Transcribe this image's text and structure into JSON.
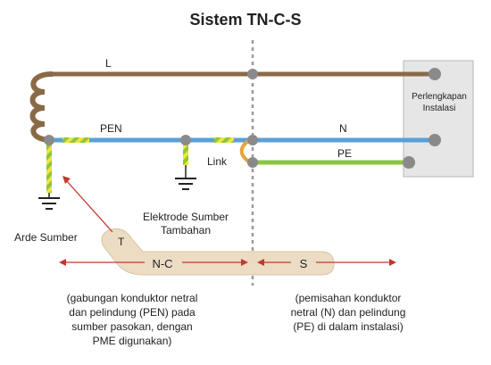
{
  "title": "Sistem TN-C-S",
  "labels": {
    "line": "L",
    "pen": "PEN",
    "neutral": "N",
    "protective_earth": "PE",
    "link": "Link",
    "installation_line1": "Perlengkapan",
    "installation_line2": "Instalasi",
    "source_earth": "Arde Sumber",
    "extra_earth_line1": "Elektrode Sumber",
    "extra_earth_line2": "Tambahan",
    "callout_t": "T",
    "region_nc": "N-C",
    "region_s": "S"
  },
  "notes": {
    "left": [
      "(gabungan konduktor netral",
      "dan pelindung (PEN) pada",
      "sumber pasokan, dengan",
      "PME digunakan)"
    ],
    "right": [
      "(pemisahan konduktor",
      "netral (N) dan pelindung",
      "(PE) di dalam instalasi)"
    ]
  },
  "colors": {
    "line_conductor": "#8a6a45",
    "neutral_conductor": "#5aa0d8",
    "earth_green": "#8cc63f",
    "earth_yellow": "#f3e53a",
    "link_orange": "#e8a33a",
    "node": "#8a8a8a",
    "arrow": "#c0392b",
    "callout_fill": "#ecdcc4",
    "installation_box": "#e6e6e6"
  }
}
